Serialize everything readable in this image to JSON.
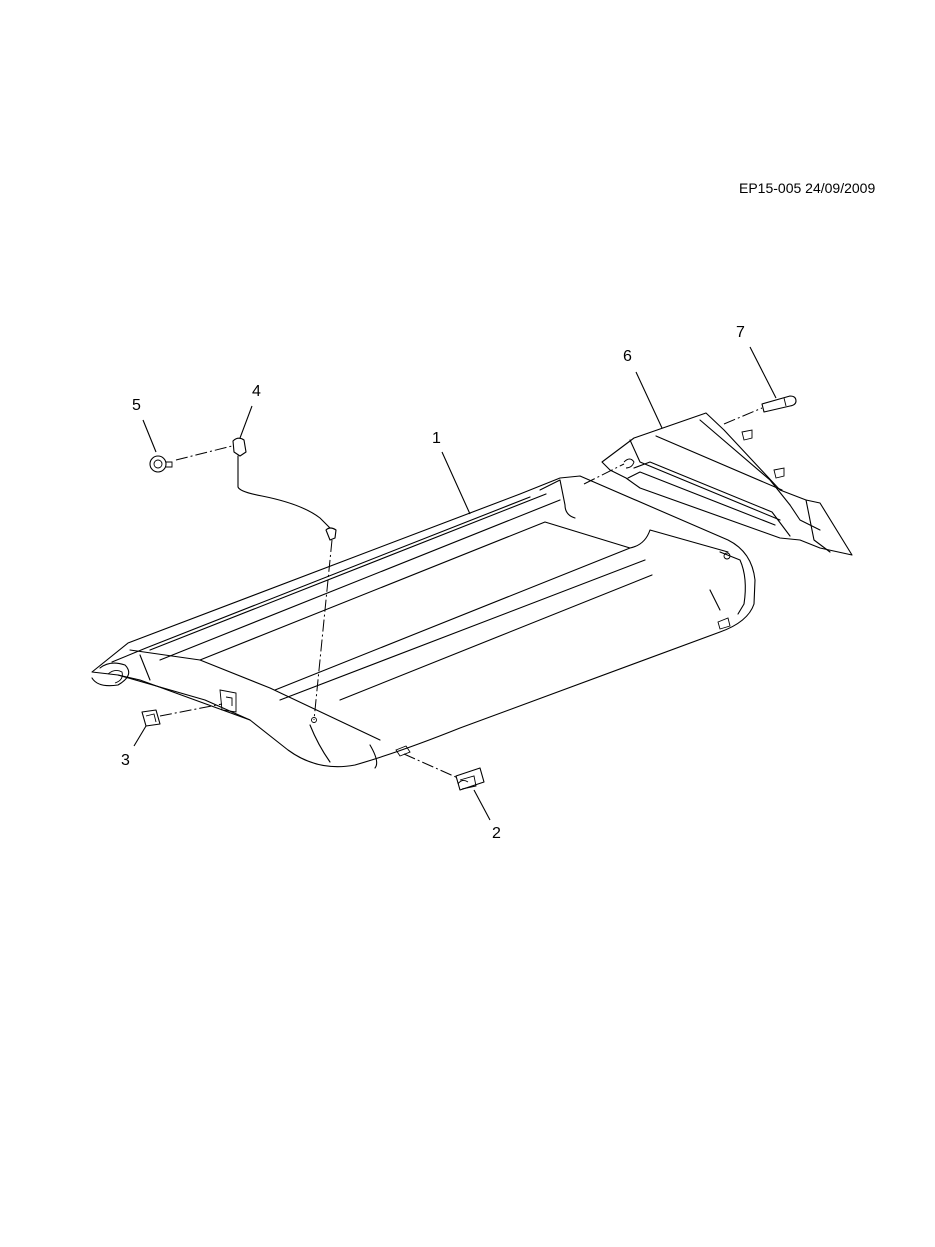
{
  "reference": "EP15-005 24/09/2009",
  "callouts": {
    "c1": "1",
    "c2": "2",
    "c3": "3",
    "c4": "4",
    "c5": "5",
    "c6": "6",
    "c7": "7"
  }
}
